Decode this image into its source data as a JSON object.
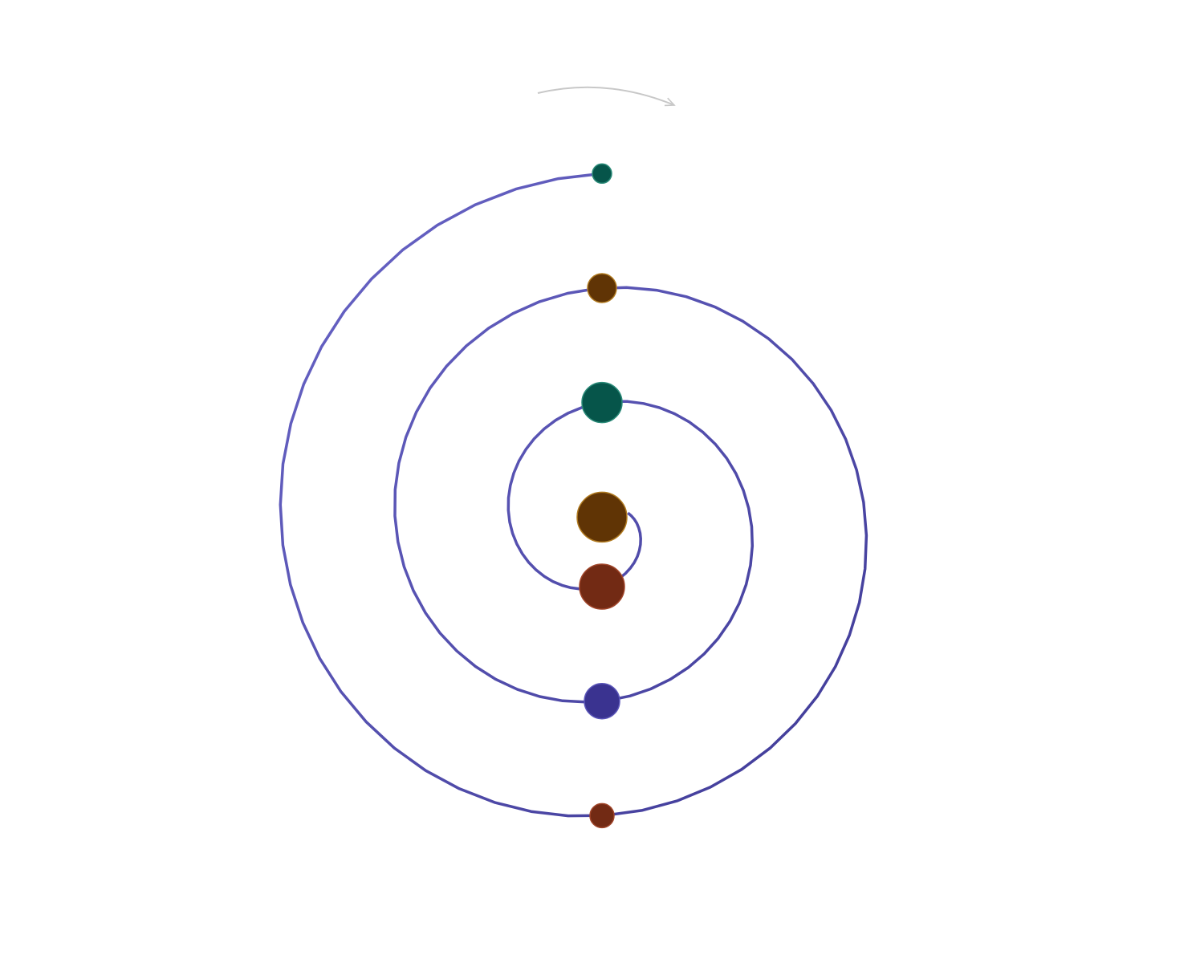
{
  "diagram": {
    "type": "spiral-timeline",
    "turns": 3,
    "direction": "clockwise",
    "colors": {
      "background": "#ffffff",
      "spiral_outer": "#6a66c8",
      "spiral_inner": "#3f3a96",
      "direction_arrow": "#c8c8c8",
      "node_stroke": "#ffffff"
    },
    "nodes": [
      {
        "color": "#603405",
        "outline": "#b07a20"
      },
      {
        "color": "#722a14",
        "outline": "#a0452a"
      },
      {
        "color": "#06554a",
        "outline": "#2a8a78"
      },
      {
        "color": "#3a3390",
        "outline": "#5a55b8"
      },
      {
        "color": "#603405",
        "outline": "#b07a20"
      },
      {
        "color": "#722a14",
        "outline": "#a0452a"
      },
      {
        "color": "#06554a",
        "outline": "#2a8a78"
      }
    ]
  }
}
